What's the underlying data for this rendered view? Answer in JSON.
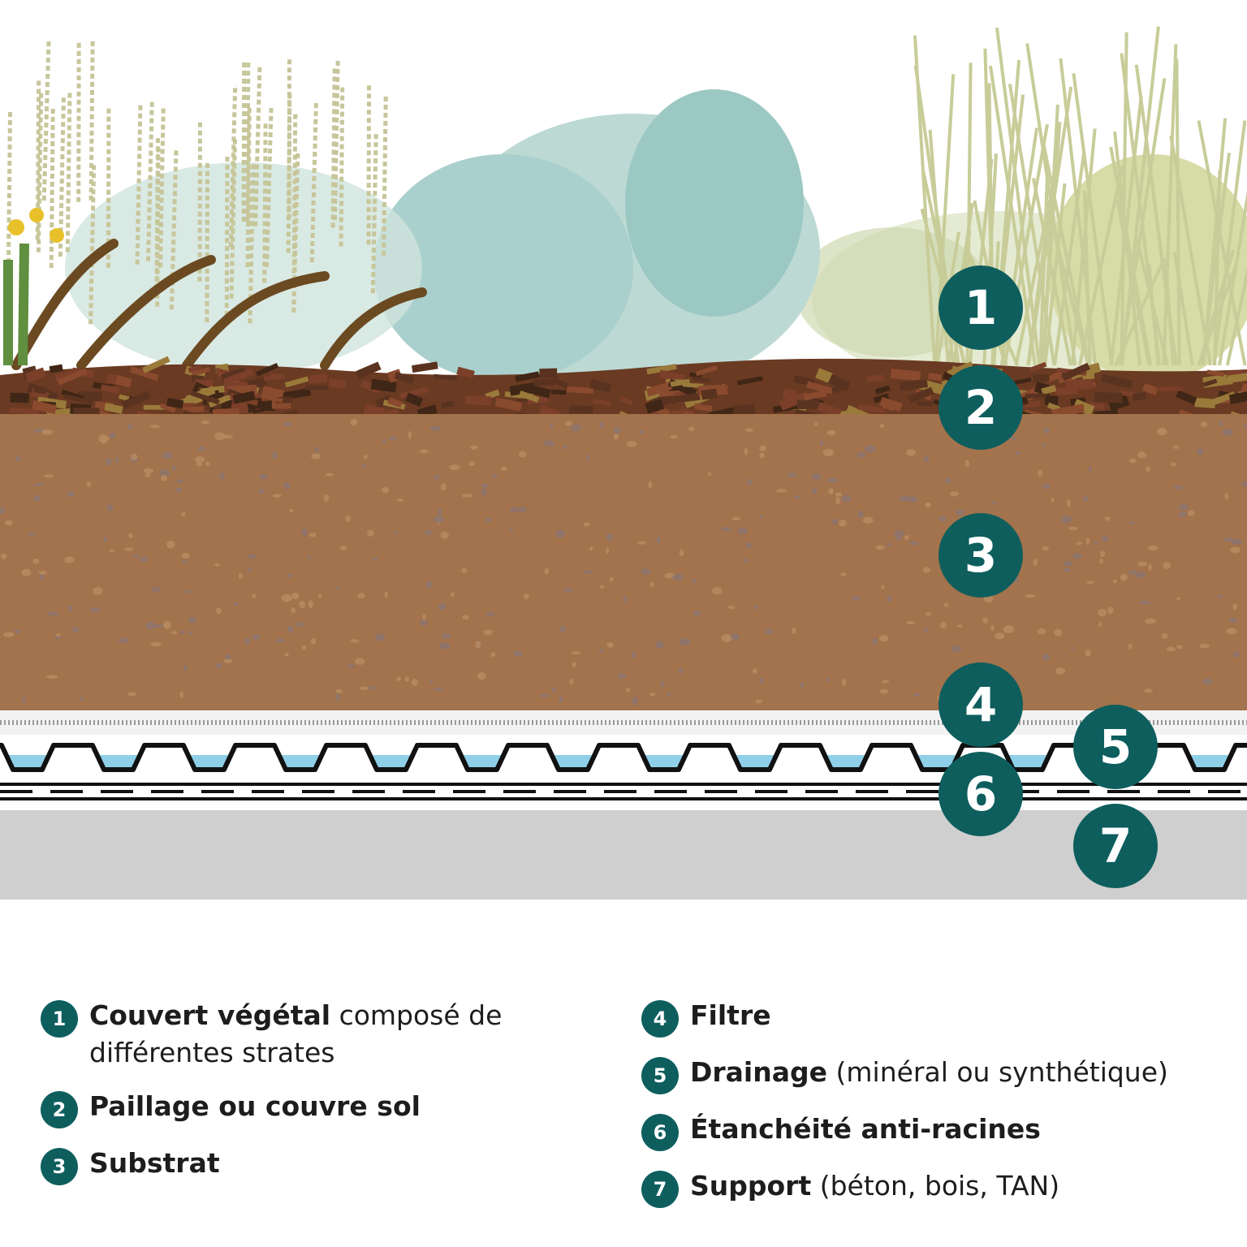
{
  "colors": {
    "marker": "#0e5e5e",
    "mulch": "#6a3a22",
    "substrate": "#a2734c",
    "filter": "#f2f2f2",
    "drainage_water": "#8fd0e8",
    "support": "#cfcfcf",
    "foliage": "#a9d0cc",
    "grass": "#c8cc98"
  },
  "markers": [
    "1",
    "2",
    "3",
    "4",
    "5",
    "6",
    "7"
  ],
  "legend": [
    {
      "num": "1",
      "title": "Couvert végétal",
      "desc": " composé de différentes strates"
    },
    {
      "num": "2",
      "title": "Paillage ou couvre sol",
      "desc": ""
    },
    {
      "num": "3",
      "title": "Substrat",
      "desc": ""
    },
    {
      "num": "4",
      "title": "Filtre",
      "desc": ""
    },
    {
      "num": "5",
      "title": "Drainage",
      "desc": " (minéral ou synthétique)"
    },
    {
      "num": "6",
      "title": "Étanchéité anti-racines",
      "desc": ""
    },
    {
      "num": "7",
      "title": "Support",
      "desc": " (béton, bois, TAN)"
    }
  ]
}
